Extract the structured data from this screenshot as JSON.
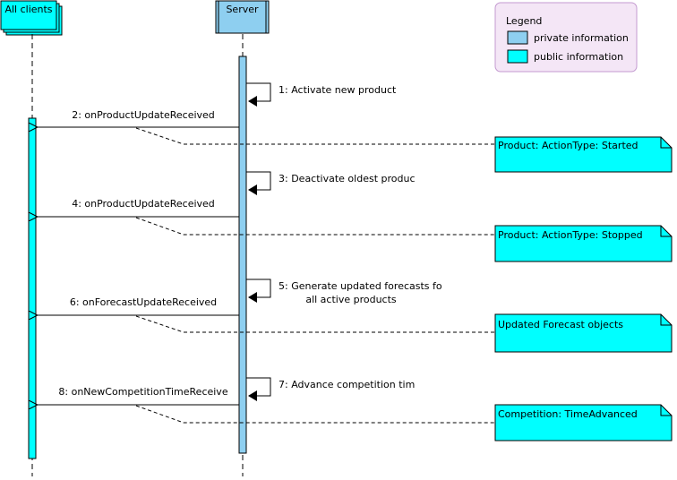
{
  "lifelines": {
    "clients": {
      "label": "All clients"
    },
    "server": {
      "label": "Server"
    }
  },
  "legend": {
    "title": "Legend",
    "items": [
      {
        "label": "private information",
        "color": "#8ecff0"
      },
      {
        "label": "public information",
        "color": "#00ffff"
      }
    ]
  },
  "messages": {
    "m1": "1: Activate new product",
    "m2": "2: onProductUpdateReceived",
    "m3": "3: Deactivate oldest produc",
    "m4": "4: onProductUpdateReceived",
    "m5_line1": "5: Generate updated forecasts fo",
    "m5_line2": "all active products",
    "m6": "6: onForecastUpdateReceived",
    "m7": "7: Advance competition tim",
    "m8": "8: onNewCompetitionTimeReceive"
  },
  "notes": {
    "n1": "Product: ActionType: Started",
    "n2": "Product: ActionType: Stopped",
    "n3": "Updated Forecast objects",
    "n4": "Competition: TimeAdvanced"
  },
  "colors": {
    "private": "#8ecff0",
    "public": "#00ffff",
    "legend_bg": "#f4e6f6",
    "legend_border": "#c39ad0"
  }
}
